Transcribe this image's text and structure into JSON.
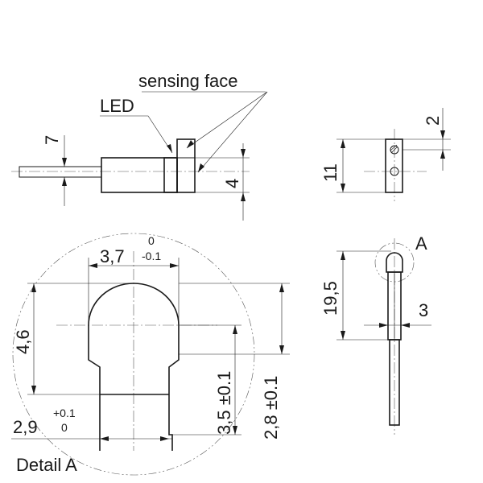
{
  "labels": {
    "sensing_face": "sensing face",
    "led": "LED",
    "detail_ref": "A",
    "detail_title": "Detail A"
  },
  "dimensions": {
    "top_height": "7",
    "top_body": "4",
    "right_height": "11",
    "right_top": "2",
    "right_length": "19,5",
    "right_width": "3",
    "detail_width": "3,7",
    "detail_width_upper": "0",
    "detail_width_lower": "-0.1",
    "detail_head": "4,6",
    "detail_tol_a": "3,5 ±0.1",
    "detail_tol_b": "2,8 ±0.1",
    "detail_stem": "2,9",
    "detail_stem_upper": "+0.1",
    "detail_stem_lower": "0"
  }
}
